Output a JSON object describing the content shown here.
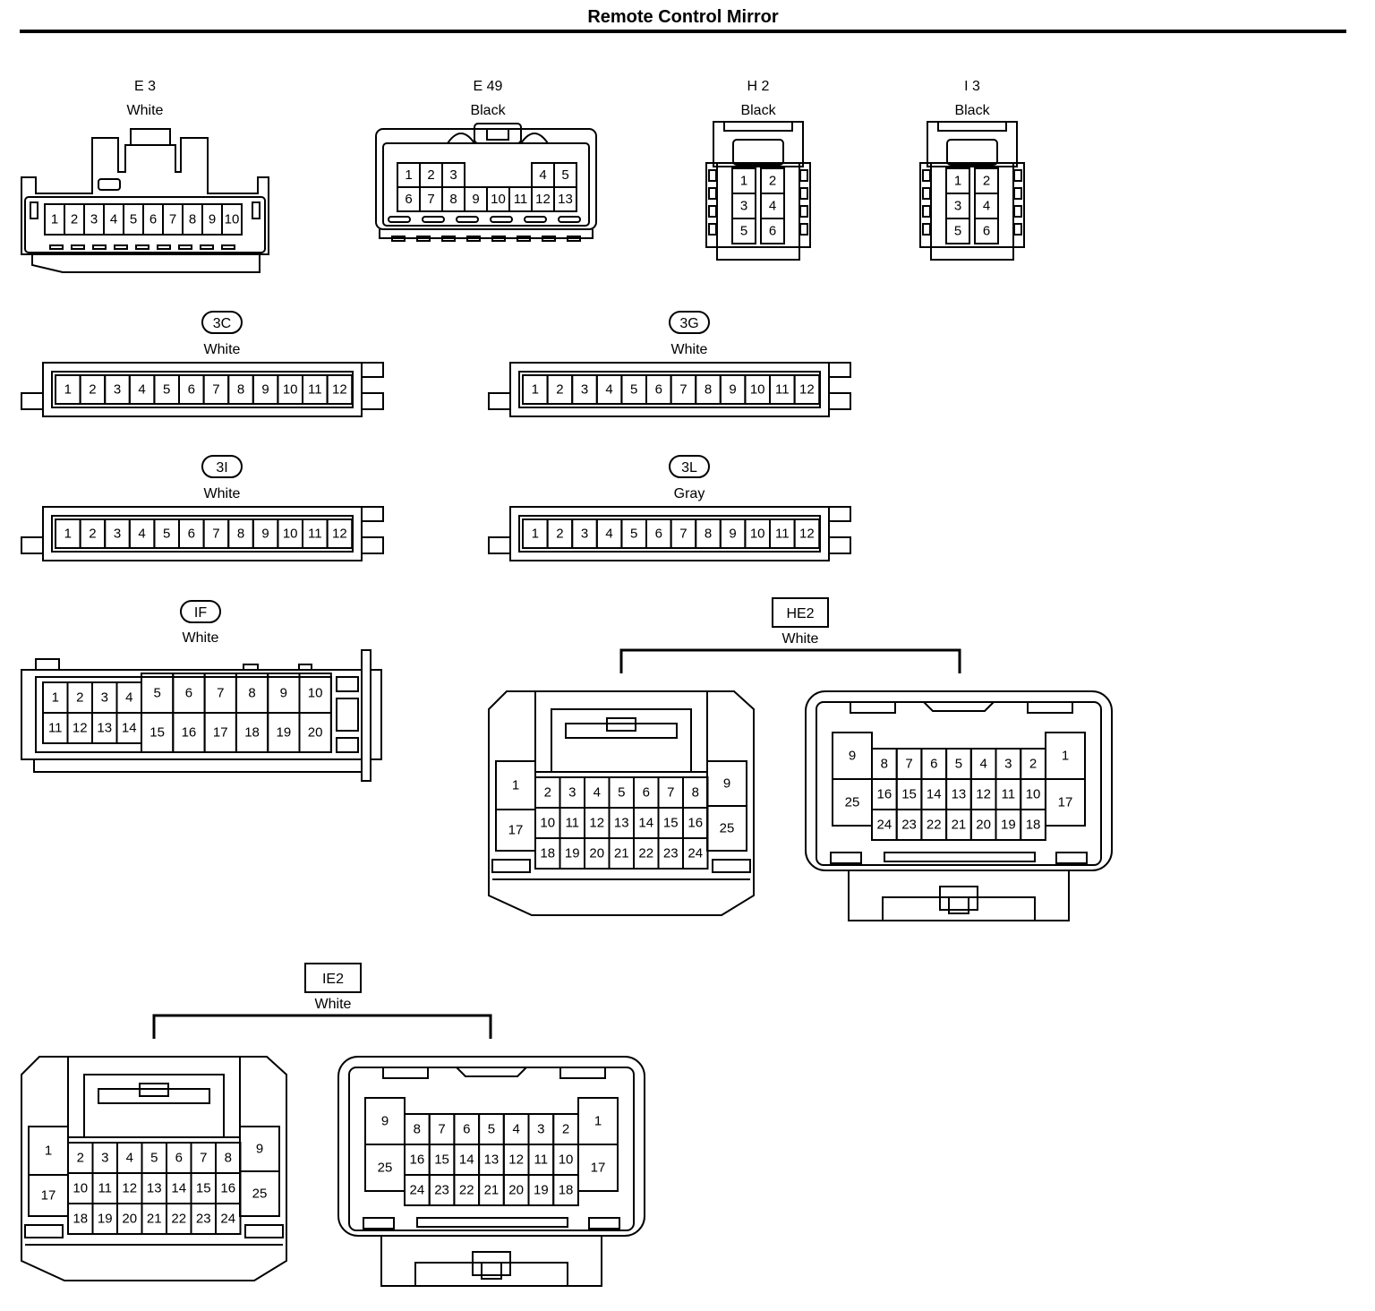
{
  "title": "Remote Control Mirror",
  "connectors": {
    "e3": {
      "code": "E 3",
      "color": "White",
      "pins": [
        "1",
        "2",
        "3",
        "4",
        "5",
        "6",
        "7",
        "8",
        "9",
        "10"
      ]
    },
    "e49": {
      "code": "E 49",
      "color": "Black",
      "pins": [
        "1",
        "2",
        "3",
        "4",
        "5",
        "6",
        "7",
        "8",
        "9",
        "10",
        "11",
        "12",
        "13"
      ]
    },
    "h2": {
      "code": "H 2",
      "color": "Black",
      "pins": [
        "1",
        "2",
        "3",
        "4",
        "5",
        "6"
      ]
    },
    "i3": {
      "code": "I 3",
      "color": "Black",
      "pins": [
        "1",
        "2",
        "3",
        "4",
        "5",
        "6"
      ]
    },
    "c3c": {
      "code": "3C",
      "color": "White",
      "pins": [
        "1",
        "2",
        "3",
        "4",
        "5",
        "6",
        "7",
        "8",
        "9",
        "10",
        "11",
        "12"
      ]
    },
    "c3g": {
      "code": "3G",
      "color": "White",
      "pins": [
        "1",
        "2",
        "3",
        "4",
        "5",
        "6",
        "7",
        "8",
        "9",
        "10",
        "11",
        "12"
      ]
    },
    "c3i": {
      "code": "3I",
      "color": "White",
      "pins": [
        "1",
        "2",
        "3",
        "4",
        "5",
        "6",
        "7",
        "8",
        "9",
        "10",
        "11",
        "12"
      ]
    },
    "c3l": {
      "code": "3L",
      "color": "Gray",
      "pins": [
        "1",
        "2",
        "3",
        "4",
        "5",
        "6",
        "7",
        "8",
        "9",
        "10",
        "11",
        "12"
      ]
    },
    "cif": {
      "code": "IF",
      "color": "White",
      "pins": [
        "1",
        "2",
        "3",
        "4",
        "5",
        "6",
        "7",
        "8",
        "9",
        "10",
        "11",
        "12",
        "13",
        "14",
        "15",
        "16",
        "17",
        "18",
        "19",
        "20"
      ]
    },
    "he2": {
      "code": "HE2",
      "color": "White",
      "pins": [
        "1",
        "2",
        "3",
        "4",
        "5",
        "6",
        "7",
        "8",
        "9",
        "10",
        "11",
        "12",
        "13",
        "14",
        "15",
        "16",
        "17",
        "18",
        "19",
        "20",
        "21",
        "22",
        "23",
        "24",
        "25"
      ]
    },
    "ie2": {
      "code": "IE2",
      "color": "White",
      "pins": [
        "1",
        "2",
        "3",
        "4",
        "5",
        "6",
        "7",
        "8",
        "9",
        "10",
        "11",
        "12",
        "13",
        "14",
        "15",
        "16",
        "17",
        "18",
        "19",
        "20",
        "21",
        "22",
        "23",
        "24",
        "25"
      ]
    }
  }
}
